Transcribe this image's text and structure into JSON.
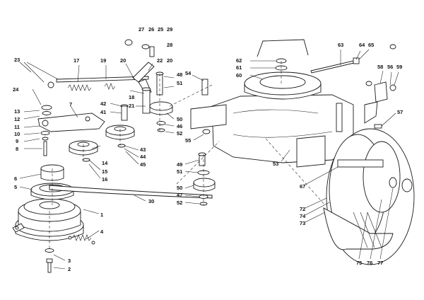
{
  "diagram": {
    "callouts": {
      "p1": "1",
      "p2": "2",
      "p3": "3",
      "p4": "4",
      "p5": "5",
      "p6": "6",
      "p7": "7",
      "p8": "8",
      "p9": "9",
      "p10": "10",
      "p11": "11",
      "p12": "12",
      "p13": "13",
      "p14": "14",
      "p15": "15",
      "p16": "16",
      "p17": "17",
      "p18": "18",
      "p19": "19",
      "p20a": "20",
      "p20b": "20",
      "p21": "21",
      "p22": "22",
      "p23": "23",
      "p24": "24",
      "p25": "25",
      "p26": "26",
      "p27": "27",
      "p28": "28",
      "p29": "29",
      "p30": "30",
      "p41": "41",
      "p42": "42",
      "p43": "43",
      "p44": "44",
      "p45": "45",
      "p46": "46",
      "p47": "47",
      "p48": "48",
      "p49": "49",
      "p50a": "50",
      "p50b": "50",
      "p51a": "51",
      "p51b": "51",
      "p52a": "52",
      "p52b": "52",
      "p53": "53",
      "p54": "54",
      "p55": "55",
      "p56": "56",
      "p57": "57",
      "p58": "58",
      "p59": "59",
      "p60": "60",
      "p61": "61",
      "p62": "62",
      "p63": "63",
      "p64": "64",
      "p65": "65",
      "p67": "67",
      "p72": "72",
      "p73": "73",
      "p74": "74",
      "p75": "75",
      "p76": "76",
      "p77": "77"
    }
  }
}
